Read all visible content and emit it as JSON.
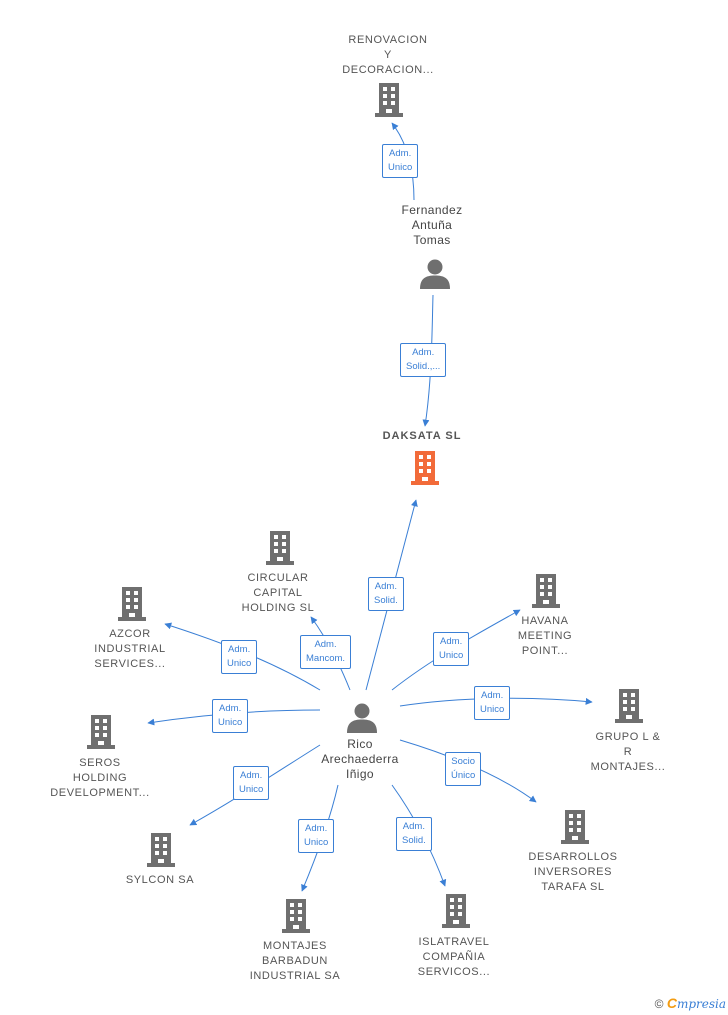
{
  "colors": {
    "edge": "#3a7fd5",
    "company": "#6f6f6f",
    "focus": "#f26b3a",
    "person": "#6f6f6f"
  },
  "nodes": {
    "renovacion": {
      "lines": [
        "RENOVACION",
        "Y",
        "DECORACION..."
      ],
      "icon": "building-icon"
    },
    "fernandez": {
      "lines": [
        "Fernandez",
        "Antuña",
        "Tomas"
      ],
      "icon": "person-icon"
    },
    "daksata": {
      "lines": [
        "DAKSATA  SL"
      ],
      "icon": "building-icon"
    },
    "circular": {
      "lines": [
        "CIRCULAR",
        "CAPITAL",
        "HOLDING SL"
      ],
      "icon": "building-icon"
    },
    "azcor": {
      "lines": [
        "AZCOR",
        "INDUSTRIAL",
        "SERVICES..."
      ],
      "icon": "building-icon"
    },
    "havana": {
      "lines": [
        "HAVANA",
        "MEETING",
        "POINT..."
      ],
      "icon": "building-icon"
    },
    "grupo": {
      "lines": [
        "GRUPO L &",
        "R",
        "MONTAJES..."
      ],
      "icon": "building-icon"
    },
    "seros": {
      "lines": [
        "SEROS",
        "HOLDING",
        "DEVELOPMENT..."
      ],
      "icon": "building-icon"
    },
    "rico": {
      "lines": [
        "Rico",
        "Arechaederra",
        "Iñigo"
      ],
      "icon": "person-icon"
    },
    "desarrollos": {
      "lines": [
        "DESARROLLOS",
        "INVERSORES",
        "TARAFA  SL"
      ],
      "icon": "building-icon"
    },
    "sylcon": {
      "lines": [
        "SYLCON SA"
      ],
      "icon": "building-icon"
    },
    "islatravel": {
      "lines": [
        "ISLATRAVEL",
        "COMPAÑIA",
        "SERVICOS..."
      ],
      "icon": "building-icon"
    },
    "montajes": {
      "lines": [
        "MONTAJES",
        "BARBADUN",
        "INDUSTRIAL SA"
      ],
      "icon": "building-icon"
    }
  },
  "edges": {
    "fernandez_renovacion": [
      "Adm.",
      "Unico"
    ],
    "fernandez_daksata": [
      "Adm.",
      "Solid.,..."
    ],
    "rico_daksata": [
      "Adm.",
      "Solid."
    ],
    "rico_circular": [
      "Adm.",
      "Mancom."
    ],
    "rico_azcor": [
      "Adm.",
      "Unico"
    ],
    "rico_havana": [
      "Adm.",
      "Unico"
    ],
    "rico_grupo": [
      "Adm.",
      "Unico"
    ],
    "rico_seros": [
      "Adm.",
      "Unico"
    ],
    "rico_desarrollos": [
      "Socio",
      "Único"
    ],
    "rico_sylcon": [
      "Adm.",
      "Unico"
    ],
    "rico_islatravel": [
      "Adm.",
      "Solid."
    ],
    "rico_montajes": [
      "Adm.",
      "Unico"
    ]
  },
  "footer": {
    "copyright": "©",
    "brand_initial": "C",
    "brand_rest": "mpresia"
  }
}
